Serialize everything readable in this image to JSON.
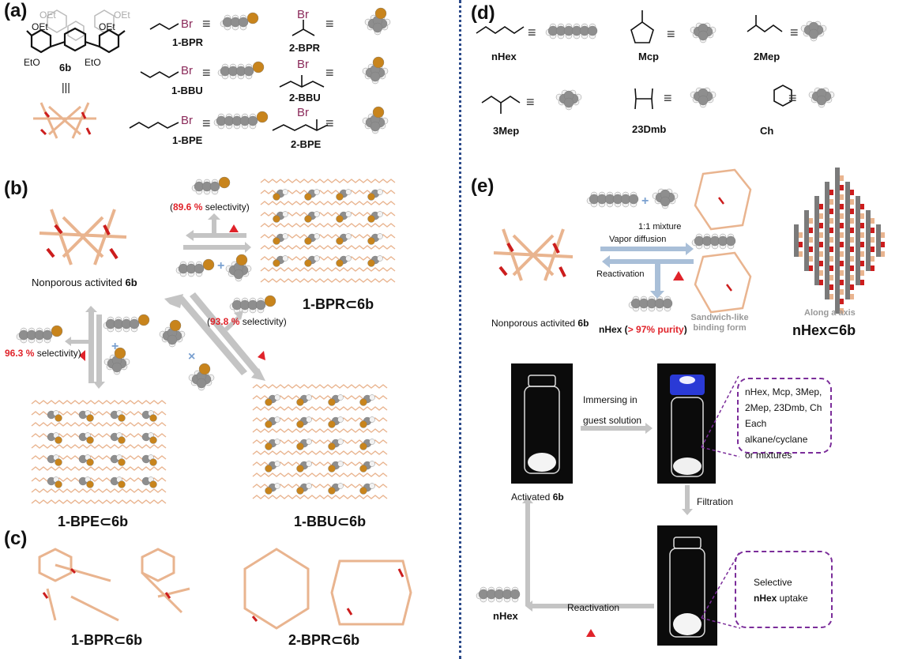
{
  "panels": {
    "a": {
      "label": "(a)",
      "host": {
        "name": "6b",
        "substituents": [
          "OEt",
          "OEt",
          "OEt",
          "OEt",
          "EtO",
          "EtO"
        ],
        "equiv": "|||"
      },
      "guests": [
        {
          "name": "1-BPR",
          "atom": "Br"
        },
        {
          "name": "2-BPR",
          "atom": "Br"
        },
        {
          "name": "1-BBU",
          "atom": "Br"
        },
        {
          "name": "2-BBU",
          "atom": "Br"
        },
        {
          "name": "1-BPE",
          "atom": "Br"
        },
        {
          "name": "2-BPE",
          "atom": "Br"
        }
      ],
      "equiv_symbol": "≡"
    },
    "b": {
      "label": "(b)",
      "host_caption_prefix": "Nonporous activited ",
      "host_caption_bold": "6b",
      "sel_1bpr": {
        "value": "89.6 %",
        "suffix": " selectivity)",
        "prefix": "("
      },
      "sel_1bbu": {
        "value": "93.8 %",
        "suffix": " selectivity)",
        "prefix": "("
      },
      "sel_1bpe": {
        "value": "96.3 %",
        "suffix": " selectivity)"
      },
      "plus": "+",
      "cross": "×",
      "complexes": [
        "1-BPR⊂6b",
        "1-BPE⊂6b",
        "1-BBU⊂6b"
      ]
    },
    "c": {
      "label": "(c)",
      "captions": [
        "1-BPR⊂6b",
        "2-BPR⊂6b"
      ]
    },
    "d": {
      "label": "(d)",
      "molecules": [
        "nHex",
        "Mcp",
        "2Mep",
        "3Mep",
        "23Dmb",
        "Ch"
      ],
      "equiv_symbol": "≡"
    },
    "e": {
      "label": "(e)",
      "host_caption_prefix": "Nonporous activited ",
      "host_caption_bold": "6b",
      "mixture": "1:1 mixture",
      "vapor": "Vapor diffusion",
      "reactivation": "Reactivation",
      "product_prefix": "nHex (",
      "product_value": "> 97% purity",
      "product_suffix": ")",
      "sandwich": "Sandwich-like binding form",
      "along": "Along a axis",
      "complex": "nHex⊂6b",
      "plus": "+"
    },
    "cycle": {
      "activated_prefix": "Activated ",
      "activated_bold": "6b",
      "immersing": "Immersing in guest solution",
      "callout1": [
        "nHex, Mcp, 3Mep,",
        "2Mep, 23Dmb, Ch",
        "Each alkane/cyclane",
        "or mixtures"
      ],
      "filtration": "Filtration",
      "callout2_line1": "Selective",
      "callout2_bold": "nHex",
      "callout2_rest": " uptake",
      "reactivation": "Reactivation",
      "nhex": "nHex"
    }
  },
  "colors": {
    "bromine": "#c8841c",
    "carbon": "#8e8e8e",
    "hydrogen": "#f2f2f2",
    "framework": "#e9b48f",
    "oxygen": "#cc1d1d",
    "arrow_gray": "#c4c4c4",
    "arrow_blue": "#a9bfd8",
    "heat": "#e0232a",
    "divider": "#2b4a8a",
    "callout": "#7b2d9a"
  }
}
